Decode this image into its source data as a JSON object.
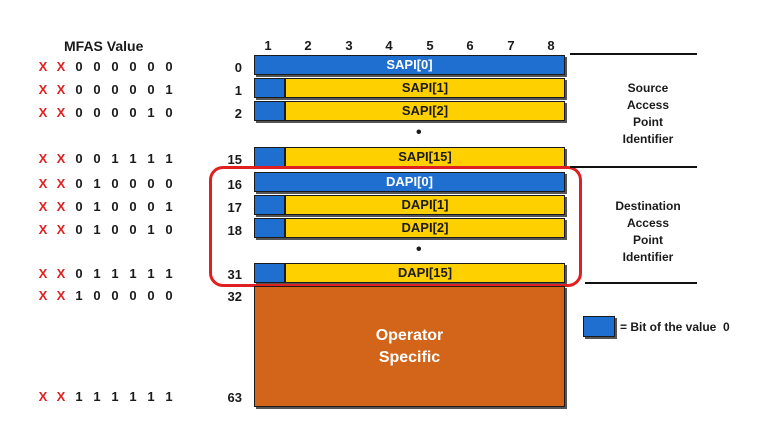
{
  "mfas_header": "MFAS Value",
  "bit_numbers": [
    "1",
    "2",
    "3",
    "4",
    "5",
    "6",
    "7",
    "8"
  ],
  "mfas_values": {
    "r0": [
      "X",
      "X",
      "0",
      "0",
      "0",
      "0",
      "0",
      "0"
    ],
    "r1": [
      "X",
      "X",
      "0",
      "0",
      "0",
      "0",
      "0",
      "1"
    ],
    "r2": [
      "X",
      "X",
      "0",
      "0",
      "0",
      "0",
      "1",
      "0"
    ],
    "r15": [
      "X",
      "X",
      "0",
      "0",
      "1",
      "1",
      "1",
      "1"
    ],
    "r16": [
      "X",
      "X",
      "0",
      "1",
      "0",
      "0",
      "0",
      "0"
    ],
    "r17": [
      "X",
      "X",
      "0",
      "1",
      "0",
      "0",
      "0",
      "1"
    ],
    "r18": [
      "X",
      "X",
      "0",
      "1",
      "0",
      "0",
      "1",
      "0"
    ],
    "r31": [
      "X",
      "X",
      "0",
      "1",
      "1",
      "1",
      "1",
      "1"
    ],
    "r32": [
      "X",
      "X",
      "1",
      "0",
      "0",
      "0",
      "0",
      "0"
    ],
    "r63": [
      "X",
      "X",
      "1",
      "1",
      "1",
      "1",
      "1",
      "1"
    ]
  },
  "row_numbers": {
    "r0": "0",
    "r1": "1",
    "r2": "2",
    "r15": "15",
    "r16": "16",
    "r17": "17",
    "r18": "18",
    "r31": "31",
    "r32": "32",
    "r63": "63"
  },
  "fields": {
    "sapi0": "SAPI[0]",
    "sapi1": "SAPI[1]",
    "sapi2": "SAPI[2]",
    "sapi15": "SAPI[15]",
    "dapi0": "DAPI[0]",
    "dapi1": "DAPI[1]",
    "dapi2": "DAPI[2]",
    "dapi15": "DAPI[15]"
  },
  "ellipsis": "•",
  "operator_specific": [
    "Operator",
    "Specific"
  ],
  "source_label": [
    "Source",
    "Access",
    "Point",
    "Identifier"
  ],
  "destination_label": [
    "Destination",
    "Access",
    "Point",
    "Identifier"
  ],
  "legend_text": "= Bit of the value  0",
  "colors": {
    "blue": "#1f6fd0",
    "yellow": "#ffd000",
    "orange": "#d2651a",
    "red": "#e02020"
  }
}
